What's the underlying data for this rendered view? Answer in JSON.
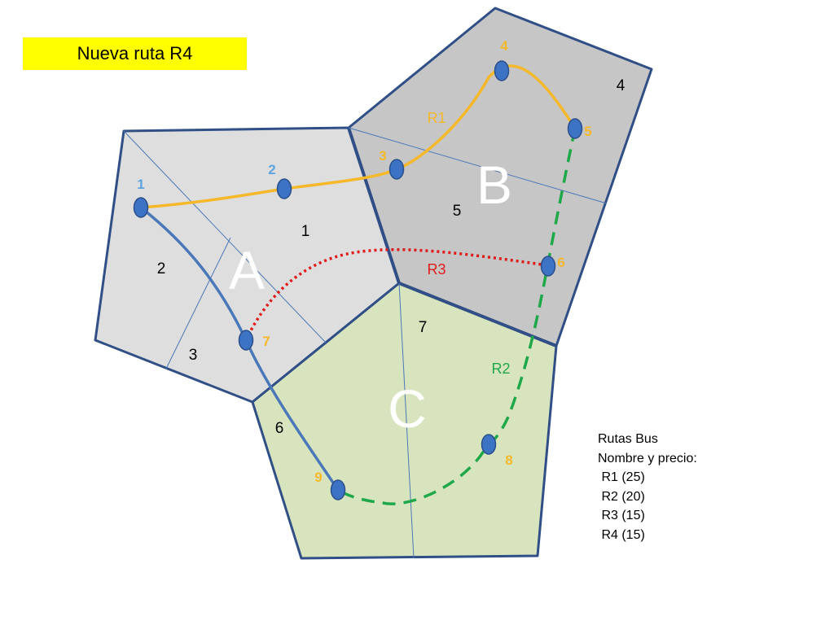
{
  "title": "Nueva ruta R4",
  "zones": [
    {
      "id": "zone-a",
      "label": "A",
      "fill": "#dedede"
    },
    {
      "id": "zone-b",
      "label": "B",
      "fill": "#c6c6c6"
    },
    {
      "id": "zone-c",
      "label": "C",
      "fill": "#d7e4bd"
    }
  ],
  "subzone_labels": [
    "1",
    "2",
    "3",
    "4",
    "5",
    "6",
    "7"
  ],
  "stops": [
    "1",
    "2",
    "3",
    "4",
    "5",
    "6",
    "7",
    "8",
    "9"
  ],
  "routes": [
    {
      "name": "R1",
      "color": "#f5b82a",
      "style": "solid"
    },
    {
      "name": "R2",
      "color": "#1fa84a",
      "style": "dashed"
    },
    {
      "name": "R3",
      "color": "#e01b1b",
      "style": "dotted"
    }
  ],
  "legend": {
    "heading": "Rutas Bus",
    "subheading": "Nombre y precio:",
    "items": [
      " R1 (25)",
      " R2 (20)",
      " R3 (15)",
      " R4 (15)"
    ]
  },
  "colors": {
    "border": "#2f4f86",
    "thin_line": "#4a78b8",
    "stop_fill": "#3d73c4",
    "stop_stroke": "#2a4f8a",
    "stop_label_orange": "#f5b82a",
    "stop_label_blue": "#5ea3e0",
    "zone_letter": "#ffffff",
    "highlight": "#ffff00"
  },
  "icons": {
    "stop": "bus-stop-icon"
  }
}
